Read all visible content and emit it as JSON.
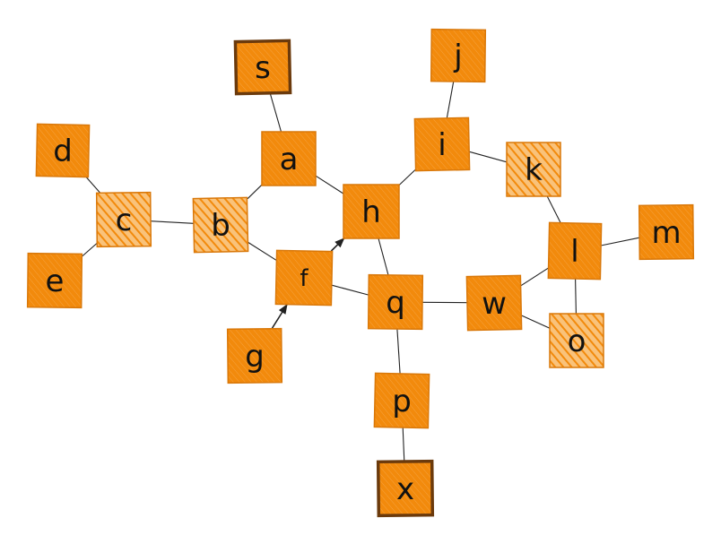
{
  "colors": {
    "fill": "#f28a0c",
    "hatch_fill": "#f7b55e",
    "border": "#d9780a",
    "dark_border": "#6b3a0c",
    "edge": "#222222",
    "text": "#111111"
  },
  "nodes": [
    {
      "id": "s",
      "label": "s",
      "style": "dark"
    },
    {
      "id": "a",
      "label": "a",
      "style": "solid"
    },
    {
      "id": "d",
      "label": "d",
      "style": "solid"
    },
    {
      "id": "c",
      "label": "c",
      "style": "hatched"
    },
    {
      "id": "e",
      "label": "e",
      "style": "solid"
    },
    {
      "id": "b",
      "label": "b",
      "style": "hatched"
    },
    {
      "id": "h",
      "label": "h",
      "style": "solid"
    },
    {
      "id": "f",
      "label": "f",
      "style": "solid"
    },
    {
      "id": "g",
      "label": "g",
      "style": "solid"
    },
    {
      "id": "j",
      "label": "j",
      "style": "solid"
    },
    {
      "id": "i",
      "label": "i",
      "style": "solid"
    },
    {
      "id": "k",
      "label": "k",
      "style": "hatched"
    },
    {
      "id": "l",
      "label": "l",
      "style": "solid"
    },
    {
      "id": "m",
      "label": "m",
      "style": "solid"
    },
    {
      "id": "q",
      "label": "q",
      "style": "solid"
    },
    {
      "id": "w",
      "label": "w",
      "style": "solid"
    },
    {
      "id": "o",
      "label": "o",
      "style": "hatched"
    },
    {
      "id": "p",
      "label": "p",
      "style": "solid"
    },
    {
      "id": "x",
      "label": "x",
      "style": "dark"
    }
  ],
  "edges": [
    {
      "from": "s",
      "to": "a",
      "directed": false
    },
    {
      "from": "a",
      "to": "b",
      "directed": false
    },
    {
      "from": "a",
      "to": "h",
      "directed": false
    },
    {
      "from": "d",
      "to": "c",
      "directed": false
    },
    {
      "from": "e",
      "to": "c",
      "directed": false
    },
    {
      "from": "c",
      "to": "b",
      "directed": false
    },
    {
      "from": "b",
      "to": "f",
      "directed": false
    },
    {
      "from": "f",
      "to": "h",
      "directed": true
    },
    {
      "from": "g",
      "to": "f",
      "directed": true
    },
    {
      "from": "f",
      "to": "q",
      "directed": false
    },
    {
      "from": "h",
      "to": "q",
      "directed": false
    },
    {
      "from": "h",
      "to": "i",
      "directed": false
    },
    {
      "from": "j",
      "to": "i",
      "directed": false
    },
    {
      "from": "i",
      "to": "k",
      "directed": false
    },
    {
      "from": "k",
      "to": "l",
      "directed": false
    },
    {
      "from": "l",
      "to": "m",
      "directed": false
    },
    {
      "from": "l",
      "to": "w",
      "directed": false
    },
    {
      "from": "l",
      "to": "o",
      "directed": false
    },
    {
      "from": "w",
      "to": "o",
      "directed": false
    },
    {
      "from": "q",
      "to": "w",
      "directed": false
    },
    {
      "from": "q",
      "to": "p",
      "directed": false
    },
    {
      "from": "p",
      "to": "x",
      "directed": false
    }
  ]
}
